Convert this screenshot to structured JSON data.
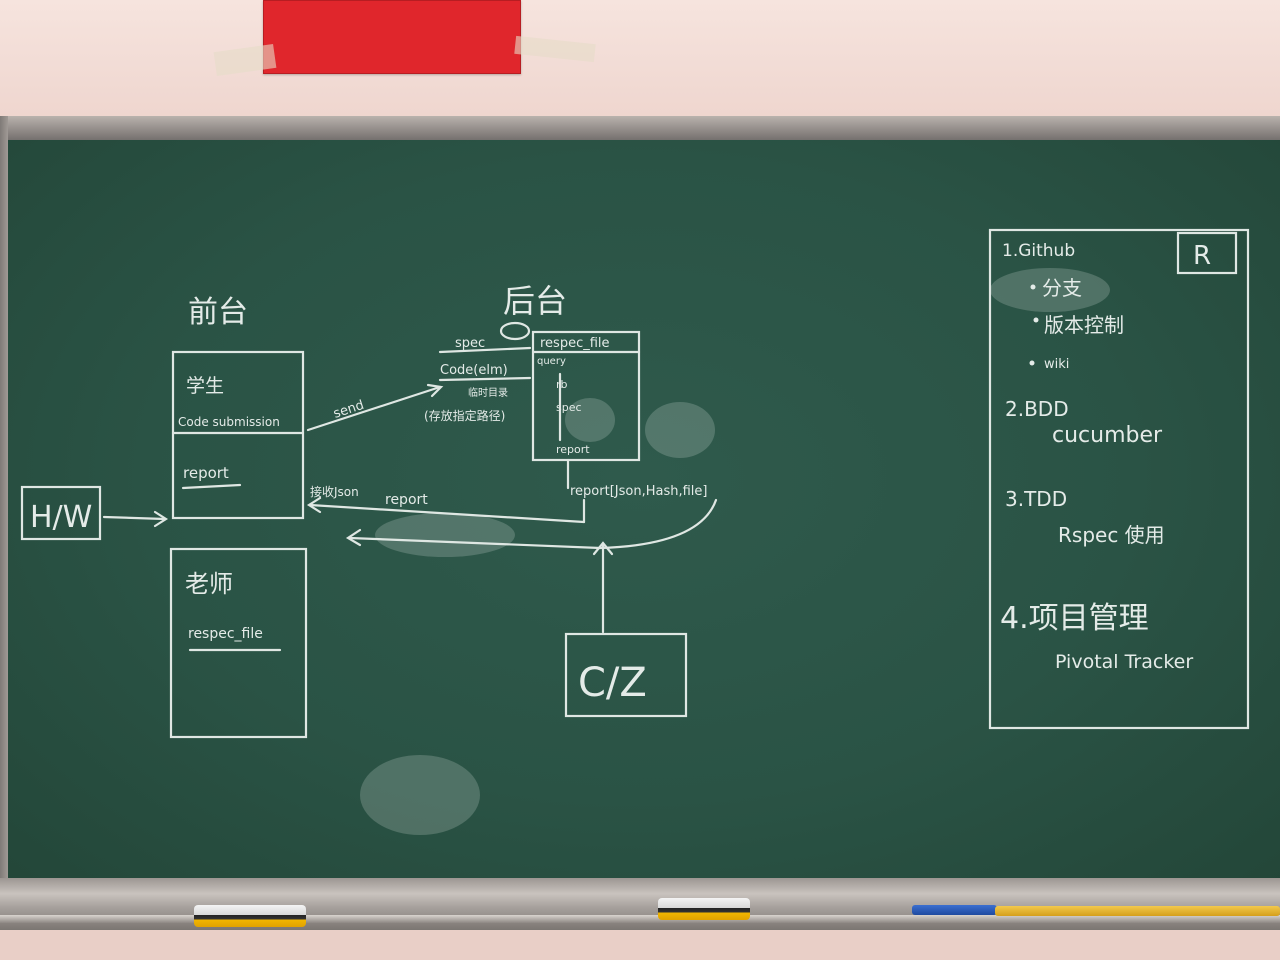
{
  "board": {
    "left_title": "前台",
    "middle_title": "后台",
    "student_box": {
      "label": "学生",
      "item": "Code submission",
      "footer": "report"
    },
    "teacher_box": {
      "label": "老师",
      "item": "respec_file"
    },
    "hw_label": "H/W",
    "arrows": {
      "send": "send",
      "spec": "spec",
      "code_label": "Code(elm)",
      "code_sub": "临时目录",
      "code_note": "(存放指定路径)",
      "report_back": "接收Json",
      "report_word": "report",
      "report_data": "report[Json,Hash,file]"
    },
    "backend_box": {
      "header": "respec_file",
      "query": "query",
      "steps": [
        "rb",
        "spec",
        "report"
      ]
    },
    "cz_box": "C/Z",
    "right_panel": {
      "badge": "R",
      "items": [
        {
          "title": "1.Github",
          "subs": [
            "分支",
            "版本控制",
            "wiki"
          ]
        },
        {
          "title": "2.BDD",
          "subs": [
            "cucumber"
          ]
        },
        {
          "title": "3.TDD",
          "subs": [
            "Rspec 使用"
          ]
        },
        {
          "title": "4.项目管理",
          "subs": [
            "Pivotal Tracker"
          ]
        }
      ]
    }
  },
  "colors": {
    "board": "#2a5345",
    "chalk": "#e4ebe8",
    "sign": "#e0262c",
    "eraser_base": "#f2b600"
  }
}
